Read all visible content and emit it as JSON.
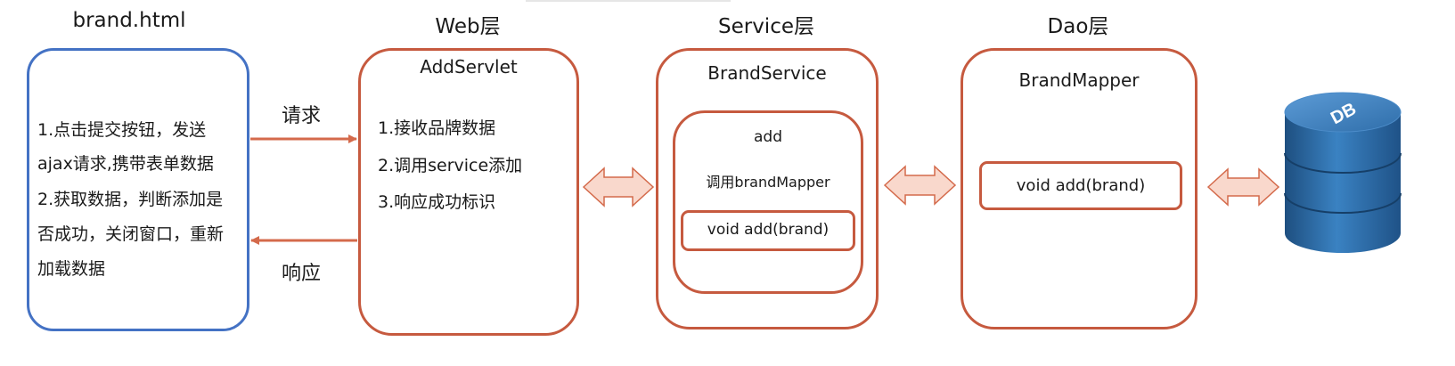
{
  "client": {
    "title": "brand.html",
    "lines": [
      "1.点击提交按钮，发送",
      "ajax请求,携带表单数据",
      "2.获取数据，判断添加是",
      "否成功，关闭窗口，重新",
      "加载数据"
    ]
  },
  "request_label": "请求",
  "response_label": "响应",
  "web": {
    "title": "Web层",
    "box_title": "AddServlet",
    "lines": [
      "1.接收品牌数据",
      "2.调用service添加",
      "3.响应成功标识"
    ]
  },
  "service": {
    "title": "Service层",
    "box_title": "BrandService",
    "method_name": "add",
    "method_desc": "调用brandMapper",
    "call": "void add(brand)"
  },
  "dao": {
    "title": "Dao层",
    "box_title": "BrandMapper",
    "method": "void add(brand)"
  },
  "db_label": "DB",
  "colors": {
    "client_border": "#4472c4",
    "layer_border": "#c65a3f",
    "arrow_line": "#d46a4b",
    "double_arrow_fill": "#f9d8cc",
    "db_blue": "#2e6da4"
  }
}
